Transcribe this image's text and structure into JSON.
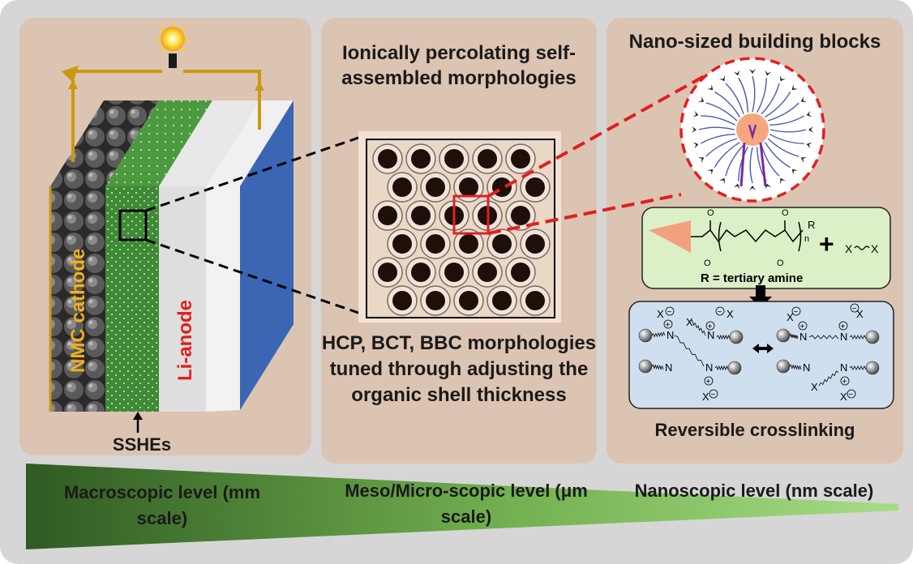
{
  "panels": {
    "macro": {
      "cathode_label": "NMC cathode",
      "anode_label": "Li-anode",
      "electrolyte_label": "SSHEs"
    },
    "meso": {
      "title": "Ionically percolating self-assembled morphologies",
      "caption": "HCP, BCT, BBC morphologies tuned through adjusting the organic shell thickness"
    },
    "nano": {
      "title": "Nano-sized building blocks",
      "formula_r": "R = tertiary amine",
      "caption": "Reversible crosslinking"
    }
  },
  "scale_bar": {
    "macro": "Macroscopic level (mm scale)",
    "meso": "Meso/Micro-scopic level (μm scale)",
    "nano": "Nanoscopic level (nm scale)"
  },
  "colors": {
    "panel_bg": "#dcc4b2",
    "cathode_label": "#f0b020",
    "anode_label": "#e0201a",
    "callout_red": "#e02020",
    "gradient_dark": "#2f5a22",
    "gradient_light": "#a6dc86",
    "anode_blue": "#2e58a4",
    "electrolyte_green": "#3f8a36"
  }
}
